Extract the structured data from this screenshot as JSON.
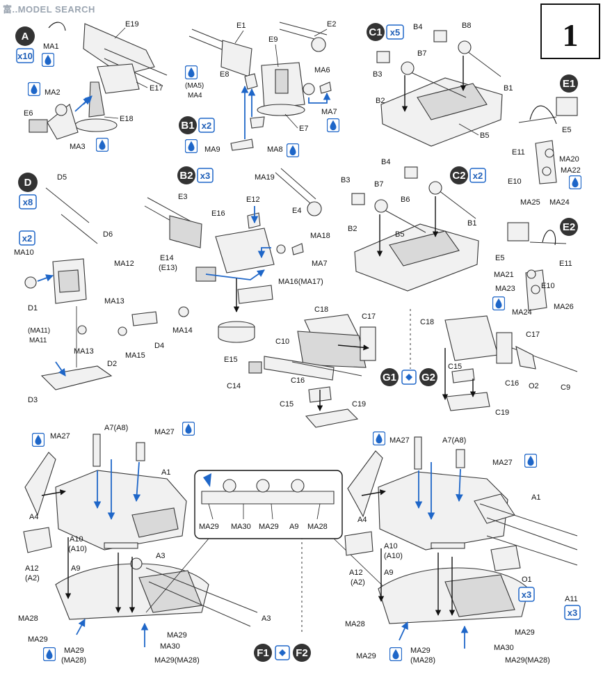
{
  "header": {
    "watermark": "富..MODEL SEARCH",
    "step_number": "1"
  },
  "colors": {
    "accent_blue": "#1e66c8",
    "badge_dark": "#333333",
    "line": "#222222"
  },
  "icons": {
    "paint": "drop-icon",
    "mirror": "diamond-arrows-icon"
  },
  "sections": {
    "A": {
      "badge": "A",
      "mult": "x10"
    },
    "B1": {
      "badge": "B1",
      "mult": "x2"
    },
    "B2": {
      "badge": "B2",
      "mult": "x3"
    },
    "C1": {
      "badge": "C1",
      "mult": "x5"
    },
    "C2": {
      "badge": "C2",
      "mult": "x2"
    },
    "D": {
      "badge": "D",
      "mult": "x8",
      "sub_mult": "x2"
    },
    "E1": {
      "badge": "E1"
    },
    "E2": {
      "badge": "E2"
    },
    "G": {
      "left": "G1",
      "right": "G2"
    },
    "F": {
      "left": "F1",
      "right": "F2"
    },
    "O1": {
      "mult": "x3"
    },
    "A11": {
      "mult": "x3"
    }
  },
  "labels": {
    "E19": "E19",
    "MA1": "MA1",
    "MA2": "MA2",
    "MA3": "MA3",
    "E6": "E6",
    "E17": "E17",
    "E18": "E18",
    "E1": "E1",
    "E2": "E2",
    "E9": "E9",
    "E8": "E8",
    "MA5": "(MA5)",
    "MA4": "MA4",
    "MA6": "MA6",
    "MA7": "MA7",
    "E7": "E7",
    "MA8": "MA8",
    "MA9": "MA9",
    "B4": "B4",
    "B8": "B8",
    "B3": "B3",
    "B7": "B7",
    "B1": "B1",
    "B2": "B2",
    "B5": "B5",
    "E5": "E5",
    "E11": "E11",
    "MA20": "MA20",
    "MA22": "MA22",
    "E10": "E10",
    "MA25": "MA25",
    "MA24": "MA24",
    "D5": "D5",
    "D6": "D6",
    "MA10": "MA10",
    "MA12": "MA12",
    "MA13": "MA13",
    "D1": "D1",
    "MA14": "MA14",
    "MA11p": "(MA11)",
    "MA11": "MA11",
    "D4": "D4",
    "D2": "D2",
    "MA15": "MA15",
    "D3": "D3",
    "E3": "E3",
    "MA19": "MA19",
    "E12": "E12",
    "E4": "E4",
    "E16": "E16",
    "MA18": "MA18",
    "E14": "E14",
    "E13p": "(E13)",
    "MA16": "MA16(MA17)",
    "E15": "E15",
    "B6": "B6",
    "MA21": "MA21",
    "MA23": "MA23",
    "MA26": "MA26",
    "C18": "C18",
    "C17": "C17",
    "C10": "C10",
    "C14": "C14",
    "C16": "C16",
    "C15": "C15",
    "C19": "C19",
    "C9": "C9",
    "O2": "O2",
    "MA27": "MA27",
    "A7": "A7(A8)",
    "A1": "A1",
    "A4": "A4",
    "A12": "A12",
    "A2p": "(A2)",
    "A10": "A10",
    "A10p": "(A10)",
    "A9": "A9",
    "A3": "A3",
    "MA28": "MA28",
    "MA29": "MA29",
    "MA30": "MA30",
    "MA29_28": "MA29(MA28)",
    "MA28p": "(MA28)",
    "O1": "O1",
    "A11": "A11"
  }
}
